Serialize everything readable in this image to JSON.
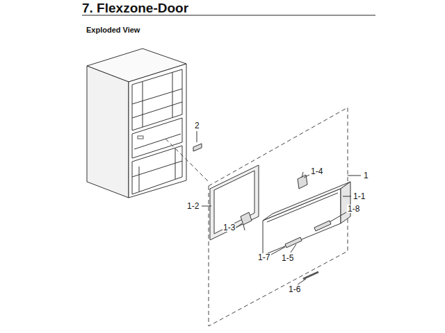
{
  "diagram": {
    "title": "7. Flexzone-Door",
    "labels": [
      "Exploded View",
      "2",
      "1-4",
      "1",
      "1-1",
      "1-2",
      "1-3",
      "1-8",
      "1-7",
      "1-5",
      "1-6"
    ]
  }
}
